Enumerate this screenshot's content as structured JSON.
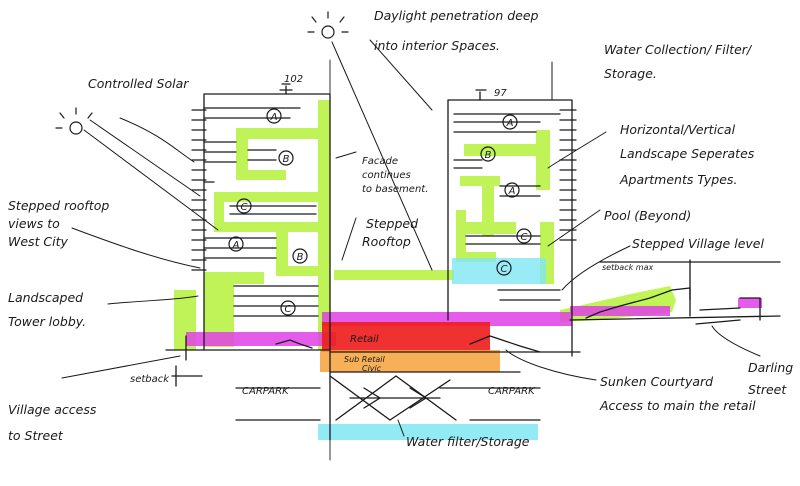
{
  "annotations": {
    "daylight_1": "Daylight penetration deep",
    "daylight_2": "into interior Spaces.",
    "water_top_1": "Water Collection/ Filter/",
    "water_top_2": "Storage.",
    "controlled_solar": "Controlled Solar",
    "facade_1": "Facade",
    "facade_2": "continues",
    "facade_3": "to basement.",
    "stepped_roof_views_1": "Stepped rooftop",
    "stepped_roof_views_2": "views to",
    "stepped_roof_views_3": "West City",
    "stepped_rooftop_1": "Stepped",
    "stepped_rooftop_2": "Rooftop",
    "landscape_1": "Horizontal/Vertical",
    "landscape_2": "Landscape Seperates",
    "landscape_3": "Apartments Types.",
    "pool": "Pool (Beyond)",
    "stepped_village": "Stepped Village level",
    "setback_max": "setback max",
    "landscaped_lobby_1": "Landscaped",
    "landscaped_lobby_2": "Tower lobby.",
    "setback": "setback",
    "village_access_1": "Village access",
    "village_access_2": "to Street",
    "carpark_left": "CARPARK",
    "carpark_right": "CARPARK",
    "sunken_1": "Sunken Courtyard",
    "sunken_2": "Access to main the retail",
    "darling_1": "Darling",
    "darling_2": "Street",
    "water_bottom": "Water filter/Storage",
    "retail": "Retail",
    "sub_retail": "Sub Retail",
    "civic": "Civic",
    "height_left": "102",
    "height_right": "97"
  },
  "unit_letters": {
    "left": [
      "A",
      "B",
      "C",
      "A",
      "B",
      "C"
    ],
    "right": [
      "A",
      "B",
      "A",
      "C",
      "C"
    ]
  },
  "colors": {
    "landscape_green": "#b6f23a",
    "retail_red": "#ee1f1f",
    "village_magenta": "#e040e6",
    "sub_retail_orange": "#f6a13b",
    "water_cyan": "#7fe6f2",
    "ink": "#1a1a1a"
  }
}
